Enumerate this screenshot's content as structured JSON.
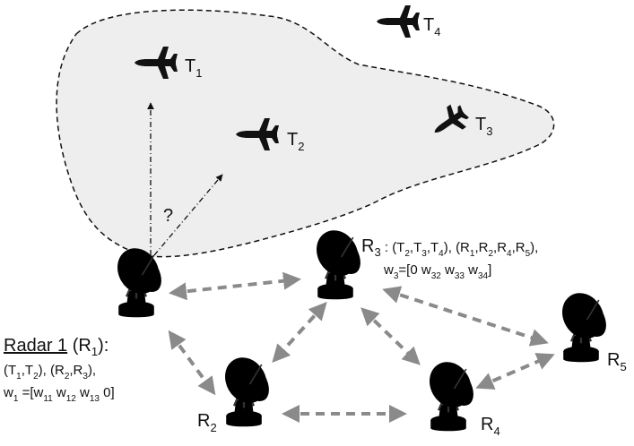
{
  "colors": {
    "region_fill": "#eeeeee",
    "arrow": "#8a8a8a",
    "radar_dark": "#6f6f6f",
    "radar_light": "#bdbdbd",
    "radar_base": "#7a7a7a",
    "aircraft": "#111111"
  },
  "targets": [
    {
      "id": "T",
      "sub": "1"
    },
    {
      "id": "T",
      "sub": "2"
    },
    {
      "id": "T",
      "sub": "3"
    },
    {
      "id": "T",
      "sub": "4"
    }
  ],
  "radars": {
    "r1": {
      "id": "R",
      "sub": "1"
    },
    "r2": {
      "id": "R",
      "sub": "2"
    },
    "r3": {
      "id": "R",
      "sub": "3"
    },
    "r4": {
      "id": "R",
      "sub": "4"
    },
    "r5": {
      "id": "R",
      "sub": "5"
    }
  },
  "question_mark": "?",
  "r3_info": {
    "line1_parts": [
      "R",
      "3",
      " : (T",
      "2",
      ",T",
      "3",
      ",T",
      "4",
      "), (R",
      "1",
      ",R",
      "2",
      ",R",
      "4",
      ",R",
      "5",
      "),"
    ],
    "line2_parts": [
      "w",
      "3",
      "=[0 w",
      "32",
      " w",
      "33",
      " w",
      "34",
      "]"
    ]
  },
  "r1_info": {
    "title": "Radar 1",
    "title_suffix_parts": [
      " (R",
      "1",
      "):"
    ],
    "line1_parts": [
      "(T",
      "1",
      ",T",
      "2",
      "), (R",
      "2",
      ",R",
      "3",
      "),"
    ],
    "line2_parts": [
      "w",
      "1",
      " =[w",
      "11",
      " w",
      "12",
      " w",
      "13",
      " 0]"
    ]
  }
}
